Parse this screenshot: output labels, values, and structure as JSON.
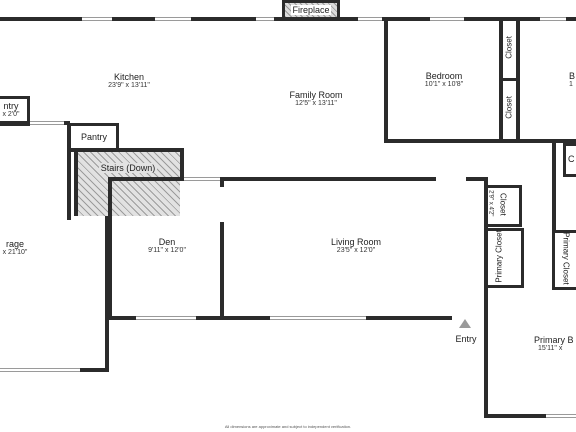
{
  "rooms": {
    "kitchen": {
      "name": "Kitchen",
      "dim": "23'9\" x 13'11\""
    },
    "family_room": {
      "name": "Family Room",
      "dim": "12'5\" x 13'11\""
    },
    "bedroom": {
      "name": "Bedroom",
      "dim": "10'1\" x 10'8\""
    },
    "right_room_partial": {
      "name": "B",
      "dim": "1"
    },
    "pantry_left": {
      "name": "ntry",
      "dim": "x 2'0\""
    },
    "pantry": {
      "name": "Pantry"
    },
    "stairs": {
      "name": "Stairs (Down)"
    },
    "garage": {
      "name": "rage",
      "dim": "x 21'10\""
    },
    "den": {
      "name": "Den",
      "dim": "9'11\" x 12'0\""
    },
    "living_room": {
      "name": "Living Room",
      "dim": "23'5\" x 12'0\""
    },
    "closet_hall": {
      "name": "Closet",
      "dim": "2'9\" x 4'2\""
    },
    "primary_closet_left": {
      "name": "Primary Closet"
    },
    "primary_closet_right": {
      "name": "Primary Closet"
    },
    "primary_bedroom": {
      "name": "Primary B",
      "dim": "15'11\" x"
    },
    "bedroom_closet_top": {
      "name": "Closet"
    },
    "bedroom_closet_bottom": {
      "name": "Closet"
    },
    "right_closet_partial": {
      "name": "C"
    }
  },
  "fixtures": {
    "fireplace": "Fireplace",
    "entry": "Entry"
  },
  "footer": {
    "disclaimer": "All dimensions are approximate and subject to independent verification."
  }
}
